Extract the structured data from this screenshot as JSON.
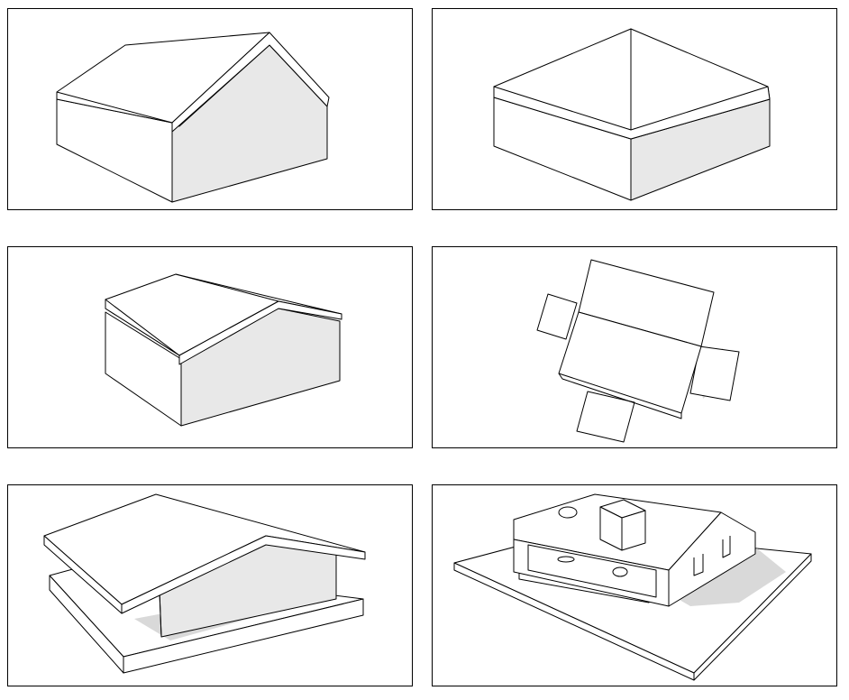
{
  "figure": {
    "panels": [
      {
        "id": "gable-roof-house"
      },
      {
        "id": "hip-roof-house"
      },
      {
        "id": "low-gable-house"
      },
      {
        "id": "cross-plan-top-view"
      },
      {
        "id": "floating-roof-on-plinth"
      },
      {
        "id": "courtyard-house-on-platform"
      }
    ]
  }
}
